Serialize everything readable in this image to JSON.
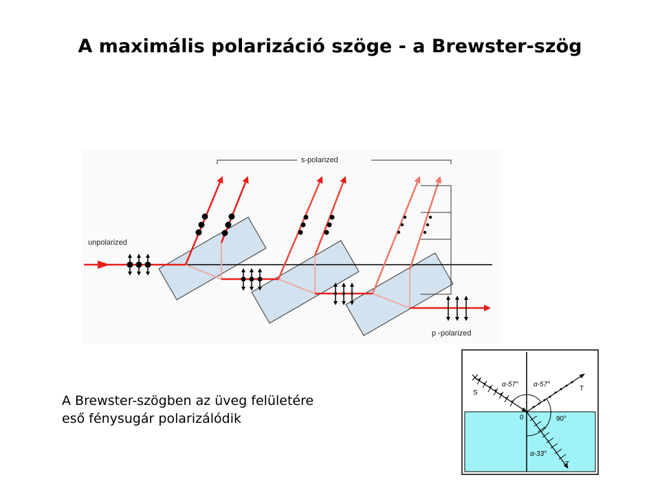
{
  "title": "A maximális polarizáció szöge -  a Brewster-szög",
  "caption": {
    "line1": "A Brewster-szögben az üveg felületére",
    "line2": "eső fénysugár polarizálódik"
  },
  "diagram": {
    "label_unpolarized": "unpolarized",
    "label_s_polarized": "s-polarized",
    "label_p_polarized": "p -polarized"
  },
  "inset": {
    "label_incident_angle": "α-57°",
    "label_reflected_angle": "α-57°",
    "label_refracted_angle": "α-33°",
    "label_right_angle": "90°",
    "label_origin": "0",
    "label_s": "S",
    "label_t_reflected": "T",
    "label_t_refracted": "T"
  },
  "colors": {
    "beam_red": "#e8201c",
    "glass_fill": "#d2e2ee",
    "water_fill": "#9ff3f7"
  }
}
